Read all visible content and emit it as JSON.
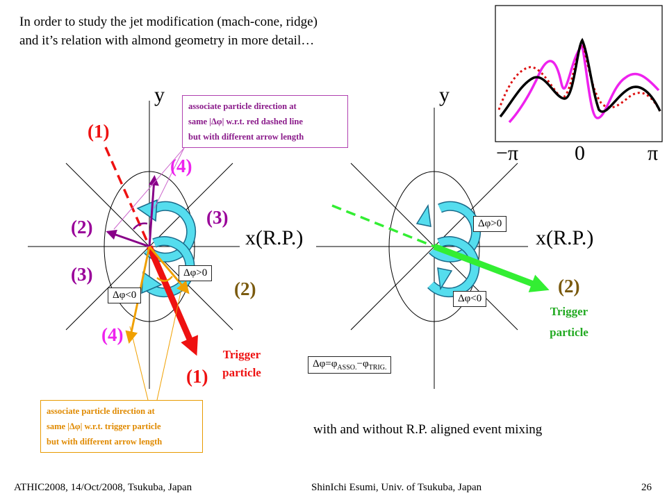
{
  "intro": {
    "line1": "In order to study the jet modification (mach-cone, ridge)",
    "line2": "and it’s relation with almond geometry in more detail…"
  },
  "left_diagram": {
    "y_label": "y",
    "x_label": "x(R.P.)",
    "label_1_top": "(1)",
    "label_1_bottom": "(1)",
    "label_2_left": "(2)",
    "label_2_right": "(2)",
    "label_3_left": "(3)",
    "label_3_right": "(3)",
    "label_4_top": "(4)",
    "label_4_bottom": "(4)",
    "dphi_pos": "Δφ>0",
    "dphi_neg": "Δφ<0",
    "trigger_line1": "Trigger",
    "trigger_line2": "particle"
  },
  "right_diagram": {
    "y_label": "y",
    "x_label": "x(R.P.)",
    "label_2": "(2)",
    "dphi_pos": "Δφ>0",
    "dphi_neg": "Δφ<0",
    "dphi_def_main": "Δφ=φ",
    "dphi_def_sub1": "ASSO.",
    "dphi_def_mid": "−φ",
    "dphi_def_sub2": "TRIG.",
    "trigger_line1": "Trigger",
    "trigger_line2": "particle"
  },
  "note_purple": {
    "line1": "associate particle direction at",
    "line2": "same |Δφ| w.r.t. red dashed line",
    "line3": "but with different arrow length"
  },
  "note_orange": {
    "line1": "associate particle direction at",
    "line2": "same |Δφ| w.r.t. trigger particle",
    "line3": "but with different arrow length"
  },
  "inset": {
    "tick_left": "−π",
    "tick_mid": "0",
    "tick_right": "π"
  },
  "mixing_caption": "with and without R.P. aligned event mixing",
  "footer": {
    "left": "ATHIC2008, 14/Oct/2008, Tsukuba, Japan",
    "center": "ShinIchi Esumi, Univ. of Tsukuba, Japan",
    "page": "26"
  },
  "colors": {
    "red": "#ee1111",
    "magenta": "#ee22ee",
    "purple": "#880088",
    "orange": "#f0a000",
    "cyan": "#55ddee",
    "green": "#33ee33"
  }
}
